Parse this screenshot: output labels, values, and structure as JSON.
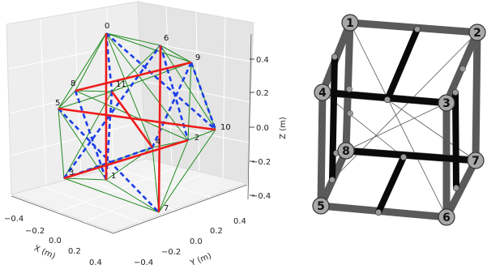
{
  "left_panel": {
    "axes": {
      "x_label": "X (m)",
      "y_label": "Y (m)",
      "z_label": "Z (m)",
      "x_ticks": [
        "−0.4",
        "−0.2",
        "0.0",
        "0.2",
        "0.4"
      ],
      "y_ticks": [
        "−0.4",
        "−0.2",
        "0.0",
        "0.2",
        "0.4"
      ],
      "z_ticks": [
        "0.4",
        "0.2",
        "0.0",
        "−0.2",
        "−0.4"
      ]
    },
    "node_labels": [
      "0",
      "1",
      "2",
      "3",
      "4",
      "5",
      "6",
      "7",
      "8",
      "9",
      "10",
      "11"
    ],
    "colors": {
      "red": "#ee1c1c",
      "blue": "#1a3de8",
      "green": "#1f8a1f"
    }
  },
  "right_panel": {
    "node_labels": [
      "1",
      "2",
      "3",
      "4",
      "5",
      "6",
      "7",
      "8"
    ],
    "colors": {
      "frame": "#5a5a5a",
      "bar": "#0a0a0a",
      "node_fill": "#a8a8a8"
    }
  }
}
